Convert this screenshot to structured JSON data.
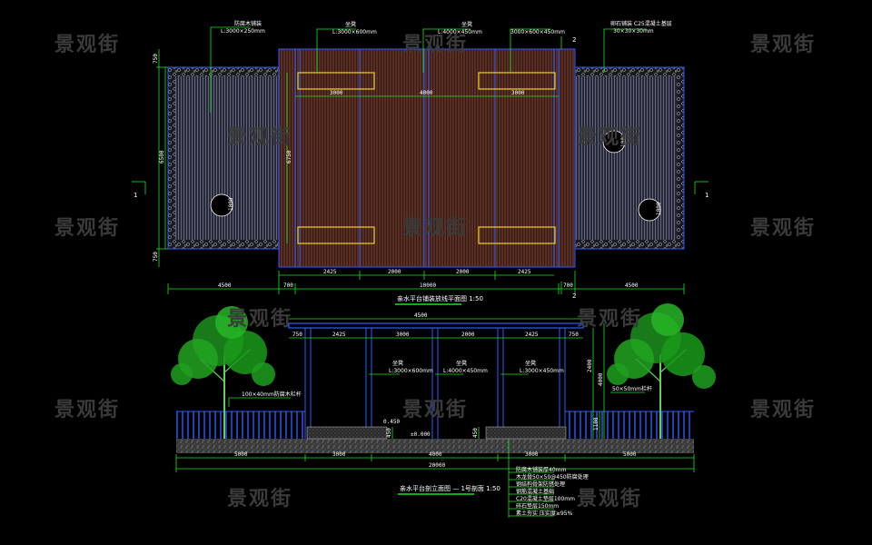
{
  "watermark": "景观街",
  "plan": {
    "title": "亲水平台铺装放线平面图 1:50",
    "callouts": [
      "防腐木铺装",
      "L:3000×250mm",
      "坐凳",
      "L:3000×600mm",
      "坐凳",
      "L:4000×450mm",
      "3000×600×450mm",
      "卵石铺装 C25混凝土基层",
      "30×30×30mm"
    ],
    "dims_bottom": [
      "4500",
      "700",
      "2425",
      "2000",
      "2000",
      "2425",
      "700",
      "4500"
    ],
    "dim_total": "10000",
    "dims_top_inner": [
      "3000",
      "4000",
      "3000"
    ],
    "dim_left": [
      "750",
      "6500",
      "750"
    ],
    "dim_inner_left": "6750",
    "circle_dims": [
      "1000",
      "1000",
      "1000"
    ],
    "section_marks": [
      "1",
      "1",
      "2",
      "2"
    ]
  },
  "section": {
    "title": "亲水平台剖立面图 — 1号剖面 1:50",
    "dims_top": [
      "4500",
      "750",
      "2425",
      "3000",
      "2000",
      "2425",
      "750"
    ],
    "dims_bottom": [
      "5000",
      "3000",
      "4000",
      "3000",
      "5000"
    ],
    "dim_total": "20000",
    "heights": [
      "2400",
      "4000",
      "1100",
      "450",
      "450"
    ],
    "elev_labels": [
      "±0.000",
      "0.450"
    ],
    "callouts": [
      "坐凳",
      "L:3000×600mm",
      "坐凳",
      "L:4000×450mm",
      "坐凳",
      "L:3000×450mm",
      "100×40mm防腐木栏杆",
      "50×50mm栏杆"
    ],
    "layers": [
      "防腐木铺装厚40mm",
      "木龙骨50×50@450防腐处理",
      "钢结构骨架防锈处理",
      "钢筋混凝土基础",
      "C20混凝土垫层100mm",
      "碎石垫层150mm",
      "素土夯实 压实度≥95%"
    ]
  }
}
